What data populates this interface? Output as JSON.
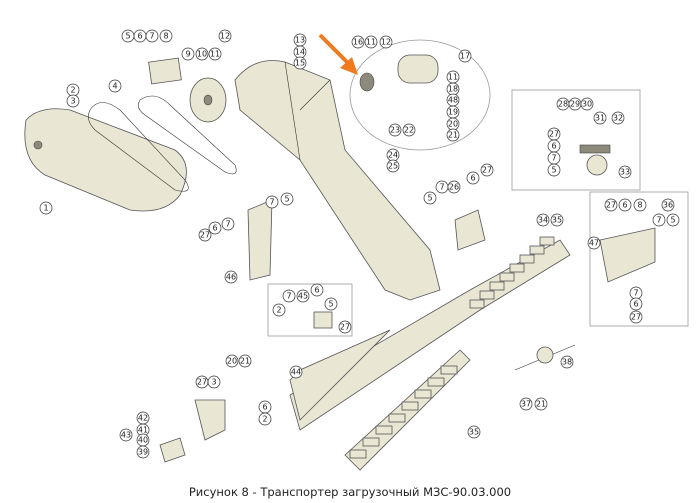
{
  "caption": "Рисунок 8 - Транспортер загрузочный МЗС-90.03.000",
  "callouts": [
    "5",
    "6",
    "7",
    "8",
    "12",
    "13",
    "14",
    "15",
    "9",
    "10",
    "11",
    "2",
    "3",
    "4",
    "1",
    "16",
    "11",
    "12",
    "17",
    "11",
    "18",
    "48",
    "19",
    "20",
    "21",
    "23",
    "22",
    "28",
    "29",
    "30",
    "31",
    "32",
    "27",
    "6",
    "7",
    "5",
    "33",
    "24",
    "25",
    "5",
    "7",
    "26",
    "6",
    "27",
    "7",
    "5",
    "27",
    "6",
    "7",
    "46",
    "34",
    "35",
    "27",
    "6",
    "8",
    "36",
    "7",
    "5",
    "47",
    "7",
    "6",
    "27",
    "2",
    "7",
    "45",
    "6",
    "5",
    "27",
    "20",
    "21",
    "44",
    "27",
    "3",
    "6",
    "2",
    "42",
    "41",
    "40",
    "39",
    "43",
    "38",
    "37",
    "21",
    "35"
  ],
  "colors": {
    "part": "#e9e6d3",
    "arrow": "#f07a1f"
  }
}
